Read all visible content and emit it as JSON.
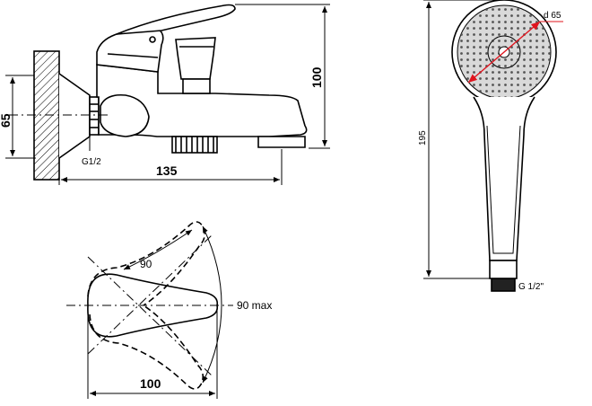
{
  "labels": {
    "dim_65": "65",
    "dim_100_height": "100",
    "dim_135": "135",
    "thread_faucet": "G1/2",
    "dim_195": "195",
    "dim_d65": "d 65",
    "thread_shower": "G 1/2\"",
    "angle_90": "90",
    "angle_90_max": "90 max",
    "dim_100_width": "100"
  },
  "colors": {
    "line": "#000000",
    "red_indicator": "#e0141e",
    "head_fill": "#d9d9d9",
    "hatch": "#000000"
  }
}
